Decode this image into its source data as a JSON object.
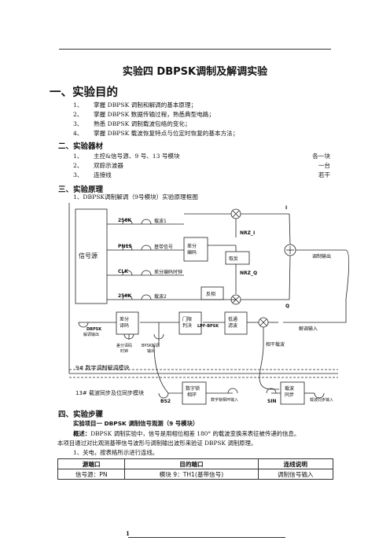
{
  "title": "实验四 DBPSK调制及解调实验",
  "sections": {
    "s1": "一、实验目的",
    "s2": "二、实验器材",
    "s3": "三、实验原理",
    "s4": "四、实验步骤"
  },
  "objectives": [
    {
      "n": "1、",
      "t": "掌握 DBPSK 调制和解调的基本原理；"
    },
    {
      "n": "2、",
      "t": "掌握 DBPSK 数据传输过程，熟悉典型电路；"
    },
    {
      "n": "3、",
      "t": "熟悉 DBPSK 调制载波包络的变化；"
    },
    {
      "n": "4、",
      "t": "掌握 DBPSK 载波恢复特点与位定时恢复的基本方法；"
    }
  ],
  "equipment": [
    {
      "n": "1、",
      "t": "主控&信号源、9 号、13 号模块",
      "q": "各一块"
    },
    {
      "n": "2、",
      "t": "双踪示波器",
      "q": "一台"
    },
    {
      "n": "3、",
      "t": "连接线",
      "q": "若干"
    }
  ],
  "principle_caption": "1、DBPSK调制解调（9号模块）实验原理框图",
  "diagram": {
    "signal_source": "信号源",
    "diff_encode": "差分\n编码",
    "invert1": "取反",
    "invert2": "反相",
    "diff_decode": "差分\n译码",
    "threshold": "门限\n判决",
    "lpf": "低通\n滤波",
    "dpll": "数字锁\n相环",
    "carrier_sync": "载波\n同步",
    "lbl_256k_a": "256K",
    "lbl_pn15": "PN15",
    "lbl_clk": "CLK",
    "lbl_256k_b": "256K",
    "lbl_carrier1": "载波1",
    "lbl_baseband": "基带信号",
    "lbl_diffclk": "差分编码时钟",
    "lbl_carrier2": "载波2",
    "lbl_nrz_i": "NRZ_I",
    "lbl_nrz_q": "NRZ_Q",
    "lbl_I": "I",
    "lbl_Q": "Q",
    "lbl_mod_out": "调制输出",
    "lbl_demod_in": "解调输入",
    "lbl_coherent": "相干载波",
    "lbl_lpf_bpsk": "LPF-BPSK",
    "lbl_dbpsk": "DBPSK\n解调输出",
    "lbl_diffdec_clk": "差分译码\n时钟",
    "lbl_bpsk_out": "BPSK解调\n输出",
    "lbl_mod9": "9# 数字调制解调模块",
    "lbl_mod13": "13# 载波同步及位同步模块",
    "lbl_bs2": "BS2",
    "lbl_dpll_in": "数字锁相环输入",
    "lbl_sin": "SIN",
    "lbl_cs_in": "载波同步输入"
  },
  "project1_title": "实验项目一  DBPSK 调制信号观测（9 号模块）",
  "overview_label": "概述：",
  "overview_1": "DBPSK 调制实验中，信号是用相位相差 180° 的载波变换来表征被传递的信息。",
  "overview_2": "本项目通过对比观测基带信号波形与调制输出波形来验证 DBPSK 调制原理。",
  "step1": "1、关电，按表格所示进行连线。",
  "table": {
    "headers": [
      "源端口",
      "目的端口",
      "连线说明"
    ],
    "rows": [
      [
        "信号源：PN",
        "模块 9：TH1(基带信号)",
        "调制信号输入"
      ]
    ]
  },
  "page_number": "1"
}
